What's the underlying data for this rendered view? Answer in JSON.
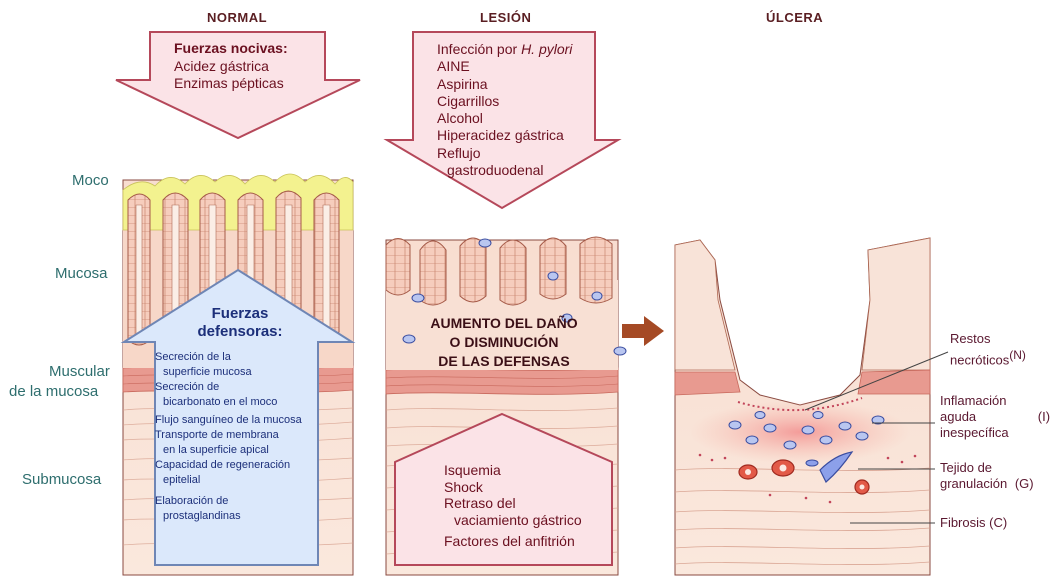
{
  "headers": {
    "normal": "NORMAL",
    "lesion": "LESIÓN",
    "ulcera": "ÚLCERA"
  },
  "layers": {
    "moco": "Moco",
    "mucosa": "Mucosa",
    "muscular_1": "Muscular",
    "muscular_2": "de la mucosa",
    "submucosa": "Submucosa"
  },
  "fuerzas_nocivas": {
    "title": "Fuerzas nocivas:",
    "items": [
      "Acidez gástrica",
      "Enzimas pépticas"
    ]
  },
  "lesion_causes": {
    "first": "Infección por",
    "first_italic": "H. pylori",
    "items": [
      "AINE",
      "Aspirina",
      "Cigarrillos",
      "Alcohol",
      "Hiperacidez gástrica",
      "Reflujo",
      "gastroduodenal"
    ]
  },
  "fuerzas_defensoras": {
    "title_1": "Fuerzas",
    "title_2": "defensoras:",
    "items": [
      "Secreción de la",
      "superficie mucosa",
      "Secreción de",
      "bicarbonato en el moco",
      "Flujo sanguíneo de la mucosa",
      "Transporte de membrana",
      "en la superficie apical",
      "Capacidad de regeneración",
      "epitelial",
      "Elaboración de",
      "prostaglandinas"
    ]
  },
  "center_text": [
    "AUMENTO DEL DAÑO",
    "O DISMINUCIÓN",
    "DE LAS DEFENSAS"
  ],
  "host_factors": [
    "Isquemia",
    "Shock",
    "Retraso del",
    "vaciamiento gástrico",
    "Factores del anfitrión"
  ],
  "ulcer_labels": {
    "restos_1": "Restos",
    "restos_2": "necróticos",
    "restos_code": "(N)",
    "infl_1": "Inflamación",
    "infl_2": "aguda",
    "infl_3": "inespecífica",
    "infl_code": "(I)",
    "tejido_1": "Tejido de",
    "tejido_2": "granulación",
    "tejido_code": "(G)",
    "fibrosis": "Fibrosis (C)"
  },
  "colors": {
    "arrow_fill": "#fbe3e7",
    "arrow_stroke": "#b5485a",
    "defense_fill": "#dbe8fb",
    "mucus": "#f3f28f",
    "tissue": "#f7dccd",
    "muscularis": "#e89a90",
    "header_text": "#5a1e22",
    "layer_text": "#2e6e6e"
  }
}
